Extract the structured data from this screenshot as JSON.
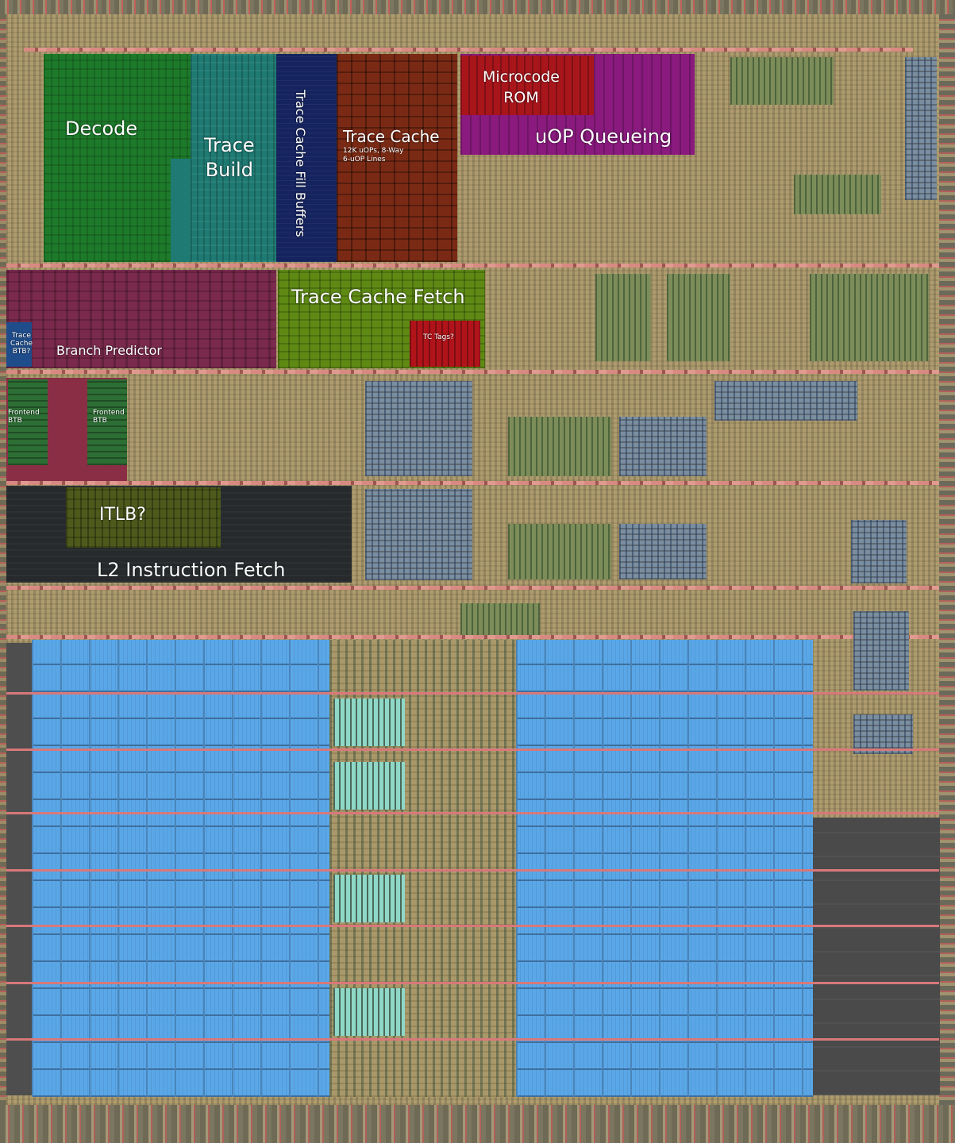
{
  "labels": {
    "decode": "Decode",
    "trace_build": "Trace\nBuild",
    "trace_cache_fill_buffers": "Trace Cache Fill Buffers",
    "trace_cache": "Trace Cache",
    "trace_cache_note": "12K uOPs, 8-Way\n6-uOP Lines",
    "microcode_rom": "Microcode\nROM",
    "uop_queueing": "uOP Queueing",
    "trace_cache_fetch": "Trace Cache Fetch",
    "tc_tags": "TC Tags?",
    "trace_cache_btb": "Trace\nCache\nBTB?",
    "branch_predictor": "Branch Predictor",
    "frontend_btb_1": "Frontend\nBTB",
    "frontend_btb_2": "Frontend\nBTB",
    "itlb": "ITLB?",
    "l2_instruction_fetch": "L2 Instruction Fetch"
  },
  "colors": {
    "decode": "#1d7a2a",
    "trace_build": "#1e7a72",
    "fill_buffers": "#15235e",
    "trace_cache": "#7a2a14",
    "uop_queueing": "#8a1a7e",
    "microcode_rom": "#a8161c",
    "branch_predictor": "#7a2a4c",
    "trace_cache_fetch": "#5e8a14",
    "tc_tags": "#b0141a",
    "l2_instruction_fetch": "#262a2c",
    "itlb": "#4e5a1c",
    "cache": "#5aa7e8"
  }
}
